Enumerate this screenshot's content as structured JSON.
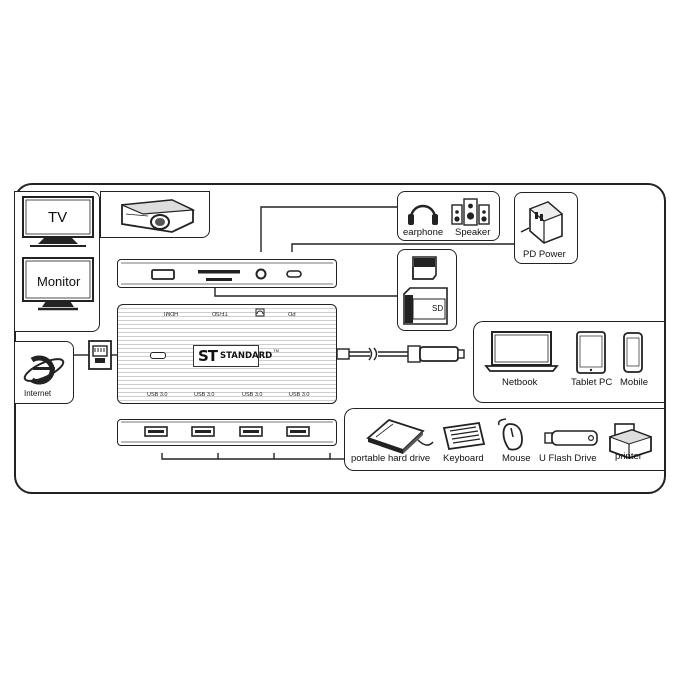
{
  "displays": {
    "tv": "TV",
    "monitor": "Monitor"
  },
  "audio": {
    "earphone": "earphone",
    "speaker": "Speaker"
  },
  "power": {
    "label": "PD  Power"
  },
  "network": {
    "internet": "Internet"
  },
  "hub": {
    "top_ports": [
      "HDMI",
      "TF/SD",
      "AUDIO",
      "PD"
    ],
    "usb_ports": [
      "USB 3.0",
      "USB 3.0",
      "USB 3.0",
      "USB 3.0"
    ],
    "logo_mark": "ST",
    "logo_text": "STANDARD",
    "logo_tm": "TM"
  },
  "cards": {
    "sd": "SD"
  },
  "hosts": [
    "Netbook",
    "Tablet PC",
    "Mobile"
  ],
  "peripherals": [
    "portable hard drive",
    "Keyboard",
    "Mouse",
    "U Flash Drive",
    "printer"
  ]
}
